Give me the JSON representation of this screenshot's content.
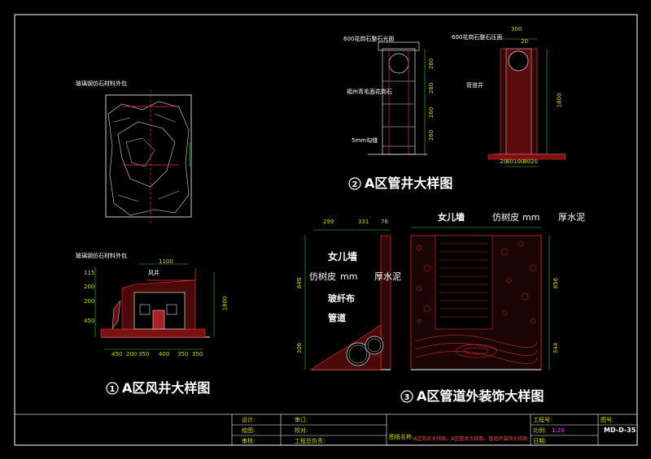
{
  "detail1": {
    "title": "A区风井大样图",
    "label_top": "玻璃钢仿石材料外包",
    "label_mid": "玻璃钢仿石材料外包",
    "label_well": "风井",
    "dims_bottom": [
      "450",
      "200",
      "350",
      "400",
      "350",
      "350"
    ],
    "dim_top": "1100",
    "dims_left": [
      "115",
      "200",
      "200",
      "450"
    ],
    "dim_right": "1800"
  },
  "detail2": {
    "title": "A区管井大样图",
    "label_a": "600花岗石整石光面",
    "label_b": "福州青毛面花岗石",
    "label_c": "5mm勾缝",
    "label_d": "600花岗石整石压面",
    "label_e": "管道井",
    "dims_right": [
      "260",
      "260",
      "260",
      "260"
    ],
    "dim_total": "1800",
    "dims_bottom": [
      "20",
      "80",
      "100",
      "80",
      "20"
    ],
    "dims_top": [
      "300",
      "20"
    ]
  },
  "detail3": {
    "title": "A区管道外装饰大样图",
    "labels": [
      "女儿墙",
      "仿树皮",
      "厚水泥",
      "玻纤布",
      "管道"
    ],
    "unit": "mm",
    "dims_top": [
      "299",
      "331",
      "76"
    ],
    "dims_left": [
      "849",
      "306"
    ],
    "dims_right": [
      "856",
      "344"
    ]
  },
  "titleblock": {
    "design": "设计:",
    "check": "审订:",
    "draw": "绘图:",
    "proof": "校对:",
    "review": "审核:",
    "chief": "工程总负责:",
    "drawing_name_label": "图纸名称:",
    "drawing_name": "A区风井大样图，A区管井大样图，管道外装饰大样图",
    "project_no_label": "工程号:",
    "scale_label": "比例:",
    "scale_value": "1:20",
    "date_label": "日期:",
    "sheet_no_label": "图号:",
    "sheet_no_value": "MD-D-35"
  },
  "colors": {
    "red": "#ff3030",
    "white": "#ffffff",
    "yellow": "#d8d800",
    "green": "#30d030",
    "magenta": "#ff40ff"
  }
}
